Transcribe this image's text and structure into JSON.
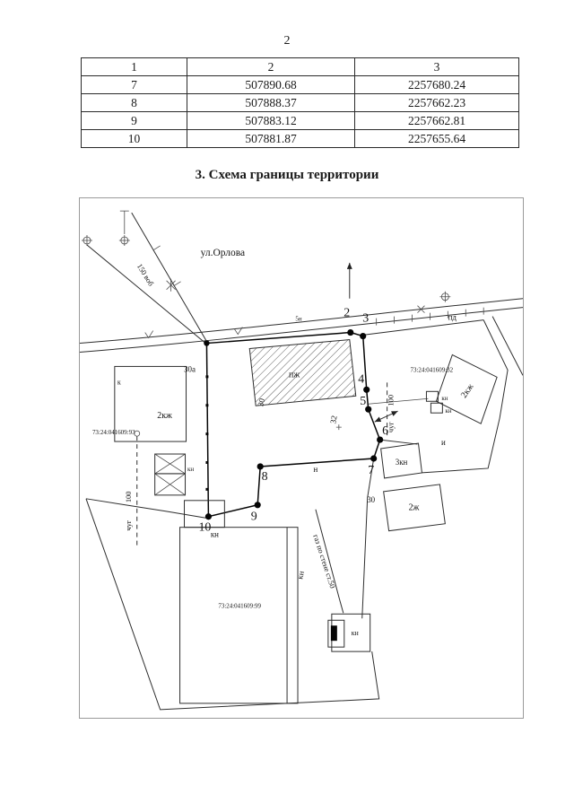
{
  "page_number": "2",
  "table": {
    "headers": [
      "1",
      "2",
      "3"
    ],
    "rows": [
      [
        "7",
        "507890.68",
        "2257680.24"
      ],
      [
        "8",
        "507888.37",
        "2257662.23"
      ],
      [
        "9",
        "507883.12",
        "2257662.81"
      ],
      [
        "10",
        "507881.87",
        "2257655.64"
      ]
    ]
  },
  "section_heading": "3. Схема границы территории",
  "map": {
    "street_label": "ул.Орлова",
    "points": [
      {
        "label": "2"
      },
      {
        "label": "3"
      },
      {
        "label": "4"
      },
      {
        "label": "5"
      },
      {
        "label": "6"
      },
      {
        "label": "7"
      },
      {
        "label": "8"
      },
      {
        "label": "9"
      },
      {
        "label": "10"
      }
    ],
    "labels": {
      "building_hatched": "пж",
      "building_left": "2кж",
      "building_right": "2кж",
      "building_3kn": "3кн",
      "building_2zh": "2ж",
      "kn_left_small": "кн",
      "kn_bottom_left": "кн",
      "kn_rotated": "кн",
      "kn_bottom_building": "кн",
      "kn_right_1": "кн",
      "kn_right_2": "кн",
      "k_left": "к",
      "i_right": "и",
      "n_mid": "н",
      "n5_top": "5н",
      "num_30a": "30а",
      "num_30_hatch": "30",
      "num_32": "32",
      "num_30_lower": "30",
      "pd": "пд",
      "gas_line": "газ по стене ст.50",
      "vob_150": "150 воб",
      "size_100_left": "100",
      "chug_left": "чуг",
      "size_100_right": "100",
      "chug_right": "чуг",
      "cad_93": "73:24:041609:93",
      "cad_32": "73:24:041609:32",
      "cad_99": "73:24:041609:99"
    }
  }
}
